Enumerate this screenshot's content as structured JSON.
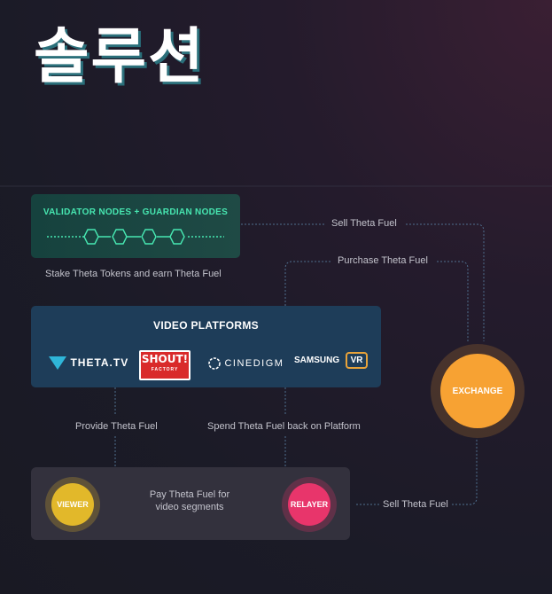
{
  "page_title": "솔루션",
  "validator": {
    "title": "VALIDATOR NODES + GUARDIAN NODES",
    "caption": "Stake Theta Tokens and earn Theta Fuel"
  },
  "platforms": {
    "title": "VIDEO PLATFORMS",
    "logos": {
      "theta": "THETA.TV",
      "shout": "SHOUT!",
      "shout_sub": "FACTORY",
      "cinedigm": "CINEDIGM",
      "samsung": "SAMSUNG",
      "samsung_vr": "VR"
    }
  },
  "flows": {
    "sell_top": "Sell Theta Fuel",
    "purchase": "Purchase Theta Fuel",
    "provide": "Provide Theta Fuel",
    "spend": "Spend Theta Fuel back on Platform",
    "pay_line1": "Pay Theta Fuel for",
    "pay_line2": "video segments",
    "sell_bottom": "Sell Theta Fuel"
  },
  "nodes": {
    "exchange": "EXCHANGE",
    "viewer": "VIEWER",
    "relayer": "RELAYER"
  },
  "colors": {
    "validator_accent": "#47e7b1",
    "exchange": "#f7a233",
    "viewer": "#e2b82a",
    "relayer": "#e8356b",
    "platform_box": "#1e3d59"
  }
}
